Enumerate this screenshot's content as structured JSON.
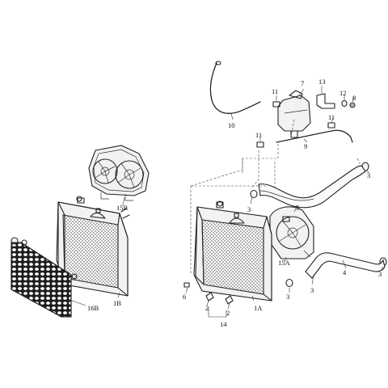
{
  "labels": {
    "l1A": "1A",
    "l1B": "1B",
    "l2a": "2",
    "l2b": "2",
    "l3a": "3",
    "l3b": "3",
    "l3c": "3",
    "l3d": "3",
    "l3e": "3",
    "l4": "4",
    "l5": "5",
    "l6": "6",
    "l7": "7",
    "l8": "8",
    "l9": "9",
    "l10": "10",
    "l11a": "11",
    "l11b": "11",
    "l11c": "11",
    "l12": "12",
    "l13": "13",
    "l14": "14",
    "l15A": "15A",
    "l15B": "15B",
    "l16B": "16B"
  }
}
